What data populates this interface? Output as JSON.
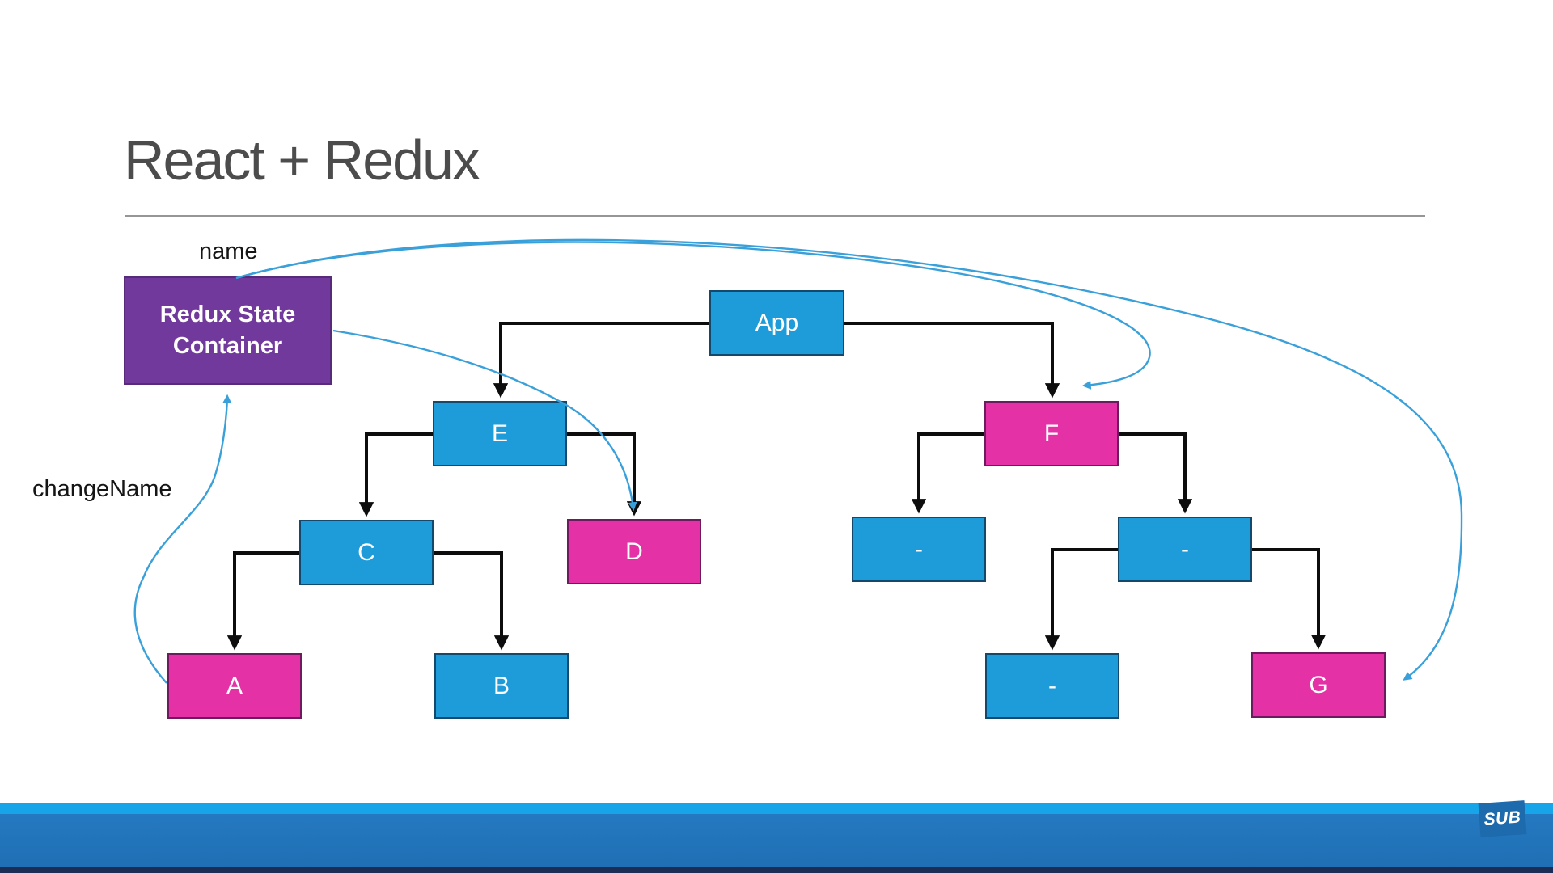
{
  "title": {
    "text": "React + Redux"
  },
  "flow_labels": {
    "name": "name",
    "change_name": "changeName"
  },
  "nodes": {
    "container": {
      "label": "Redux State Container",
      "color": "#71399B"
    },
    "app": {
      "label": "App",
      "color": "#1E9CD9"
    },
    "e": {
      "label": "E",
      "color": "#1E9CD9"
    },
    "f": {
      "label": "F",
      "color": "#E431A5"
    },
    "c": {
      "label": "C",
      "color": "#1E9CD9"
    },
    "d": {
      "label": "D",
      "color": "#E431A5"
    },
    "f_child_left": {
      "label": "-",
      "color": "#1E9CD9"
    },
    "f_child_right": {
      "label": "-",
      "color": "#1E9CD9"
    },
    "a": {
      "label": "A",
      "color": "#E431A5"
    },
    "b": {
      "label": "B",
      "color": "#1E9CD9"
    },
    "dash_grandchild": {
      "label": "-",
      "color": "#1E9CD9"
    },
    "g": {
      "label": "G",
      "color": "#E431A5"
    }
  },
  "edges": {
    "component_tree": [
      {
        "from": "app",
        "to": "e"
      },
      {
        "from": "app",
        "to": "f"
      },
      {
        "from": "e",
        "to": "c"
      },
      {
        "from": "e",
        "to": "d"
      },
      {
        "from": "c",
        "to": "a"
      },
      {
        "from": "c",
        "to": "b"
      },
      {
        "from": "f",
        "to": "f_child_left"
      },
      {
        "from": "f",
        "to": "f_child_right"
      },
      {
        "from": "f_child_right",
        "to": "dash_grandchild"
      },
      {
        "from": "f_child_right",
        "to": "g"
      }
    ],
    "redux_flows": [
      {
        "from": "container",
        "to": "f",
        "label": "name"
      },
      {
        "from": "container",
        "to": "g",
        "label": "name"
      },
      {
        "from": "container",
        "to": "d",
        "label": ""
      },
      {
        "from": "a",
        "to": "container",
        "label": "changeName"
      }
    ]
  },
  "footer": {
    "logo": "SUB"
  },
  "colors": {
    "node_blue": "#1E9CD9",
    "node_pink": "#E431A5",
    "store_purple": "#71399B",
    "tree_edge_black": "#0d0d0d",
    "flow_edge_blue": "#3AA0DA",
    "footer_light_blue": "#18A4E9",
    "footer_main_blue": "#2277BD",
    "footer_navy": "#1B2D55"
  }
}
